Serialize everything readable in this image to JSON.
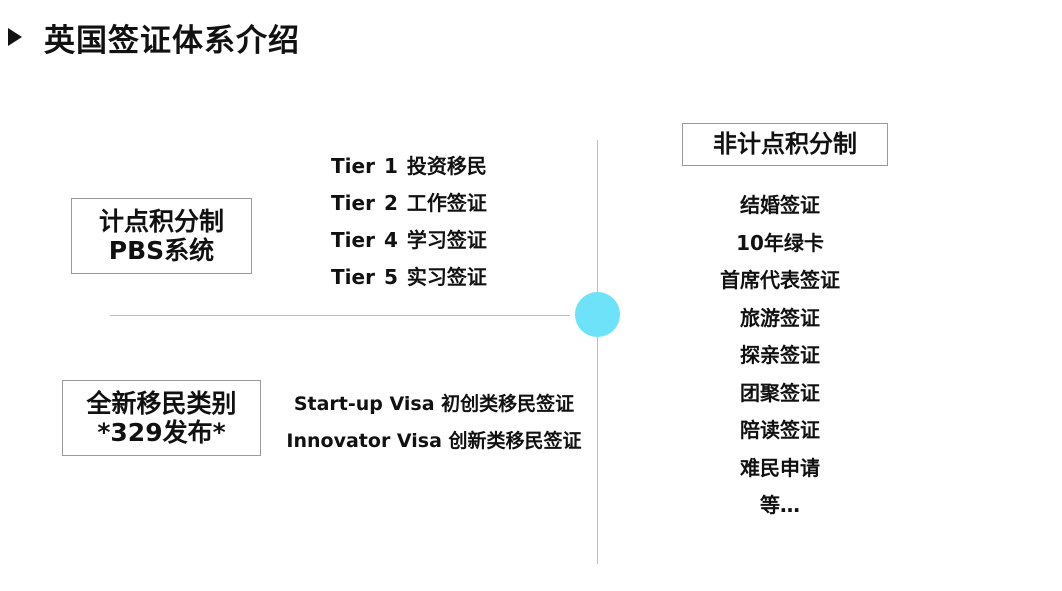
{
  "title": "英国签证体系介绍",
  "left_top_box": {
    "line1": "计点积分制",
    "line2": "PBS系统"
  },
  "tiers": [
    {
      "label": "Tier",
      "num": "1",
      "name": "投资移民"
    },
    {
      "label": "Tier",
      "num": "2",
      "name": "工作签证"
    },
    {
      "label": "Tier",
      "num": "4",
      "name": "学习签证"
    },
    {
      "label": "Tier",
      "num": "5",
      "name": "实习签证"
    }
  ],
  "left_bottom_box": {
    "line1": "全新移民类别",
    "line2": "*329发布*"
  },
  "new_visas": [
    "Start-up Visa 初创类移民签证",
    "Innovator Visa 创新类移民签证"
  ],
  "right_box": "非计点积分制",
  "right_items": [
    "结婚签证",
    "10年绿卡",
    "首席代表签证",
    "旅游签证",
    "探亲签证",
    "团聚签证",
    "陪读签证",
    "难民申请",
    "等…"
  ],
  "colors": {
    "connector_line": "#7fd6e6",
    "node_fill": "#6ee2f8",
    "box_border": "#9a9a9a"
  }
}
